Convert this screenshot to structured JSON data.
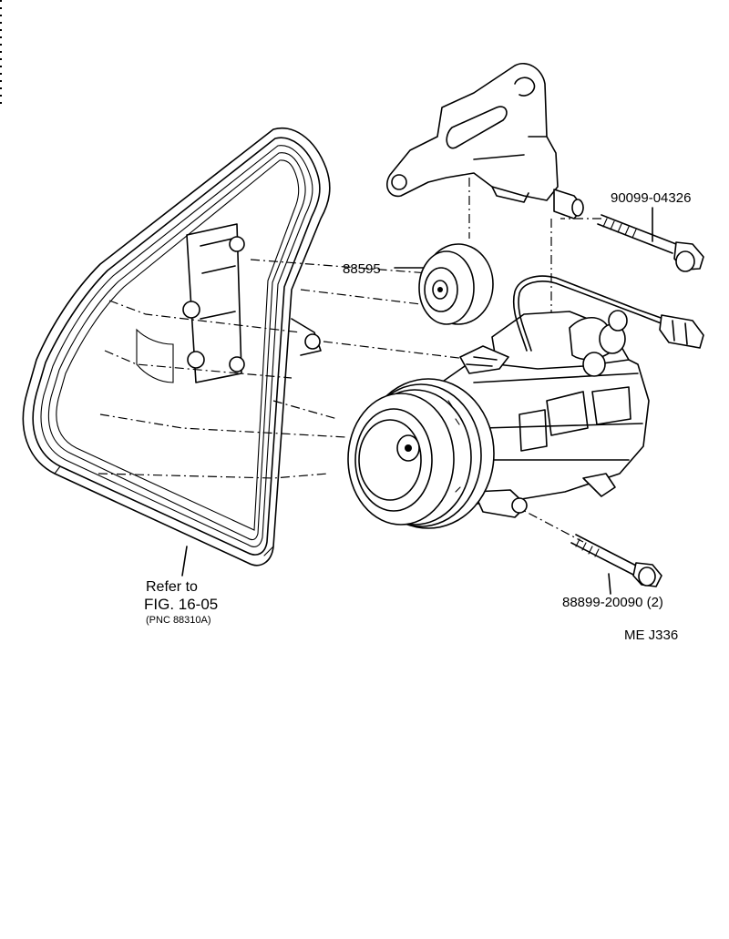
{
  "labels": {
    "idler_pulley": "88595",
    "bracket_bolt": "90099-04326",
    "mount_bolt": "88899-20090 (2)",
    "belt_ref_line1": "Refer to",
    "belt_ref_line2": "FIG. 16-05",
    "belt_ref_line3": "(PNC 88310A)",
    "figure_code": "ME  J336"
  }
}
